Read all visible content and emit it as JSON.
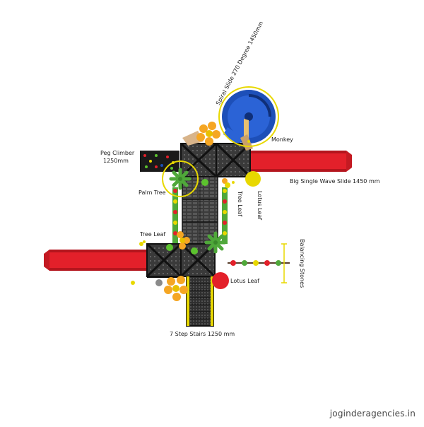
{
  "labels": {
    "spiral_slide": "Spiral Slide 270 Degree 1450mm",
    "monkey": "Monkey",
    "peg_climber_line1": "Peg Climber",
    "peg_climber_line2": "1250mm",
    "palm_tree": "Palm Tree",
    "big_slide": "Big Single Wave Slide 1450 mm",
    "tree_leaf_right": "Tree Leaf",
    "lotus_leaf_top": "Lotus Leaf",
    "tree_leaf_left": "Tree Leaf",
    "balancing_stones": "Balancing Stones",
    "lotus_leaf_bottom": "Lotus Leaf",
    "stairs": "7 Step Stairs 1250 mm"
  },
  "credit": "joginderagencies.in",
  "colors": {
    "slide_red": "#e3202a",
    "slide_blue": "#1d4fb8",
    "deck_dark": "#2c2c2c",
    "deck_grey": "#6d6d6d",
    "flower_orange": "#f5a623",
    "leaf_green": "#5cc22e",
    "callout_yellow": "#e8d800"
  }
}
